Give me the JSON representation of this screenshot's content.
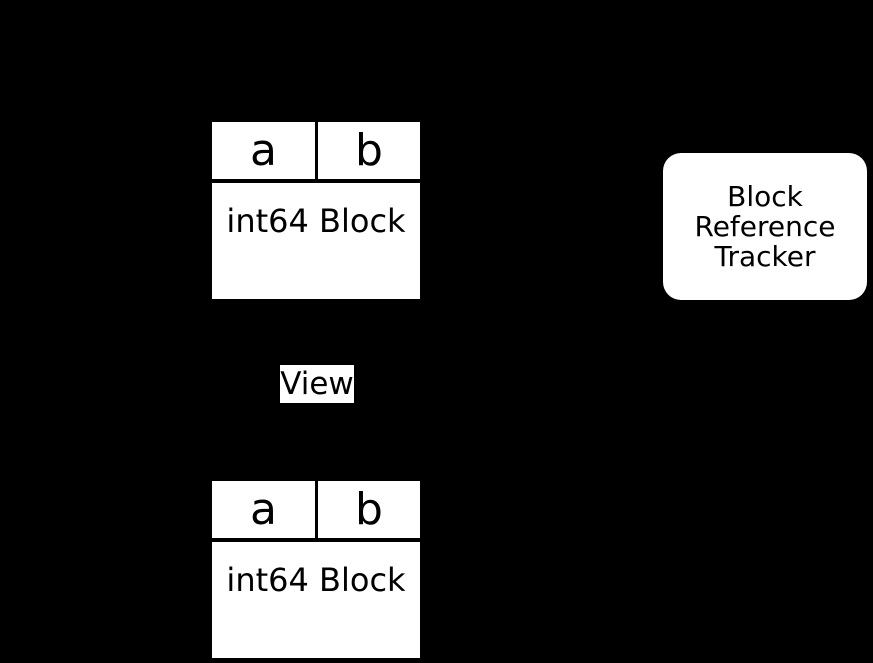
{
  "colors": {
    "background": "#000000",
    "box_fill": "#ffffff",
    "text": "#000000"
  },
  "top_dataframe": {
    "columns": [
      "a",
      "b"
    ],
    "block_label": "int64 Block"
  },
  "view": {
    "label": "View"
  },
  "bottom_dataframe": {
    "columns": [
      "a",
      "b"
    ],
    "block_label": "int64 Block"
  },
  "tracker": {
    "label": "Block\nReference\nTracker"
  }
}
